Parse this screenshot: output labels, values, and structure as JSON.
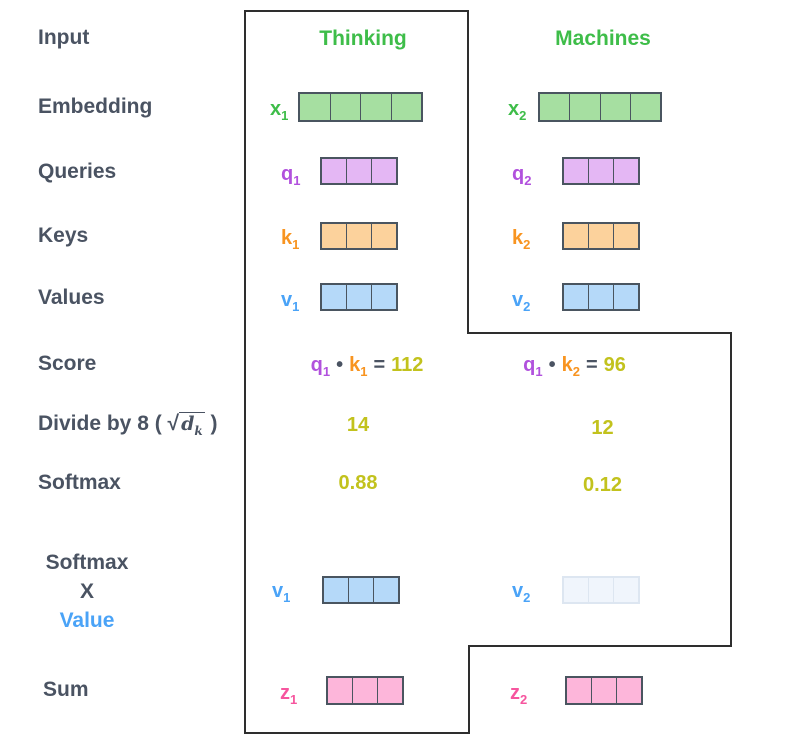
{
  "colors": {
    "dark": "#4a5362",
    "outline": "#2e2e2e",
    "vec_border": "#4a5560",
    "green_text": "#3ebd49",
    "green_fill": "#a6dfa1",
    "purple_text": "#b151dd",
    "purple_fill": "#e4b7f4",
    "orange_text": "#f89420",
    "orange_fill": "#fcd29c",
    "blue_text": "#4aa3f7",
    "blue_fill": "#b5d9f9",
    "faded_fill": "#f0f5fc",
    "faded_border": "#dde6f1",
    "pink_text": "#f6559e",
    "pink_fill": "#fdb6da",
    "olive_text": "#c2c21d"
  },
  "left_labels": {
    "input": "Input",
    "embedding": "Embedding",
    "queries": "Queries",
    "keys": "Keys",
    "values": "Values",
    "score": "Score",
    "divide_prefix": "Divide by 8 (",
    "divide_sqrt": "√",
    "divide_d": "d",
    "divide_k": "k",
    "divide_suffix": ")",
    "softmax": "Softmax",
    "softmax_mult_line1": "Softmax",
    "softmax_mult_line2": "X",
    "softmax_mult_line3": "Value",
    "sum": "Sum"
  },
  "headers": {
    "thinking": "Thinking",
    "machines": "Machines"
  },
  "vectors": {
    "x1": {
      "base": "x",
      "sub": "1",
      "cells": 4
    },
    "x2": {
      "base": "x",
      "sub": "2",
      "cells": 4
    },
    "q1": {
      "base": "q",
      "sub": "1",
      "cells": 3
    },
    "q2": {
      "base": "q",
      "sub": "2",
      "cells": 3
    },
    "k1": {
      "base": "k",
      "sub": "1",
      "cells": 3
    },
    "k2": {
      "base": "k",
      "sub": "2",
      "cells": 3
    },
    "v1": {
      "base": "v",
      "sub": "1",
      "cells": 3
    },
    "v2": {
      "base": "v",
      "sub": "2",
      "cells": 3
    },
    "v1b": {
      "base": "v",
      "sub": "1",
      "cells": 3
    },
    "v2b": {
      "base": "v",
      "sub": "2",
      "cells": 3
    },
    "z1": {
      "base": "z",
      "sub": "1",
      "cells": 3
    },
    "z2": {
      "base": "z",
      "sub": "2",
      "cells": 3
    }
  },
  "scores": {
    "s1": {
      "q": "q",
      "qsub": "1",
      "dot": "•",
      "k": "k",
      "ksub": "1",
      "eq": "=",
      "val": "112"
    },
    "s2": {
      "q": "q",
      "qsub": "1",
      "dot": "•",
      "k": "k",
      "ksub": "2",
      "eq": "=",
      "val": "96"
    }
  },
  "divide_values": {
    "thinking": "14",
    "machines": "12"
  },
  "softmax_values": {
    "thinking": "0.88",
    "machines": "0.12"
  }
}
